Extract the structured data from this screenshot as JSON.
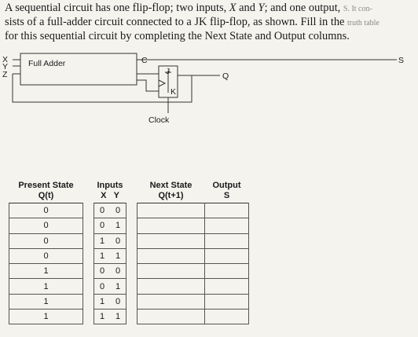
{
  "problem": {
    "line1_a": "A sequential circuit has one flip-flop; two inputs, ",
    "line1_x": "X",
    "line1_b": " and ",
    "line1_y": "Y",
    "line1_c": "; and one output, ",
    "line1_s": "S",
    "line1_faded": ". It con-",
    "line2": "sists of a full-adder circuit connected to a JK flip-flop, as shown. Fill in the ",
    "line2_faded": "truth table",
    "line3": "for this sequential circuit by completing the Next State and Output columns."
  },
  "circuit": {
    "full_adder_label": "Full Adder",
    "input_x": "X",
    "input_y": "Y",
    "input_z": "Z",
    "output_s": "S",
    "carry_c": "C",
    "ff_j": "J",
    "ff_k": "K",
    "ff_q": "Q",
    "clock_label": "Clock"
  },
  "table": {
    "headers": {
      "present_state": "Present State",
      "present_state_sub": "Q(t)",
      "inputs": "Inputs",
      "inputs_x": "X",
      "inputs_y": "Y",
      "next_state": "Next State",
      "next_state_sub": "Q(t+1)",
      "output": "Output",
      "output_sub": "S"
    },
    "rows": [
      {
        "q": "0",
        "x": "0",
        "y": "0",
        "next": "",
        "s": ""
      },
      {
        "q": "0",
        "x": "0",
        "y": "1",
        "next": "",
        "s": ""
      },
      {
        "q": "0",
        "x": "1",
        "y": "0",
        "next": "",
        "s": ""
      },
      {
        "q": "0",
        "x": "1",
        "y": "1",
        "next": "",
        "s": ""
      },
      {
        "q": "1",
        "x": "0",
        "y": "0",
        "next": "",
        "s": ""
      },
      {
        "q": "1",
        "x": "0",
        "y": "1",
        "next": "",
        "s": ""
      },
      {
        "q": "1",
        "x": "1",
        "y": "0",
        "next": "",
        "s": ""
      },
      {
        "q": "1",
        "x": "1",
        "y": "1",
        "next": "",
        "s": ""
      }
    ]
  }
}
